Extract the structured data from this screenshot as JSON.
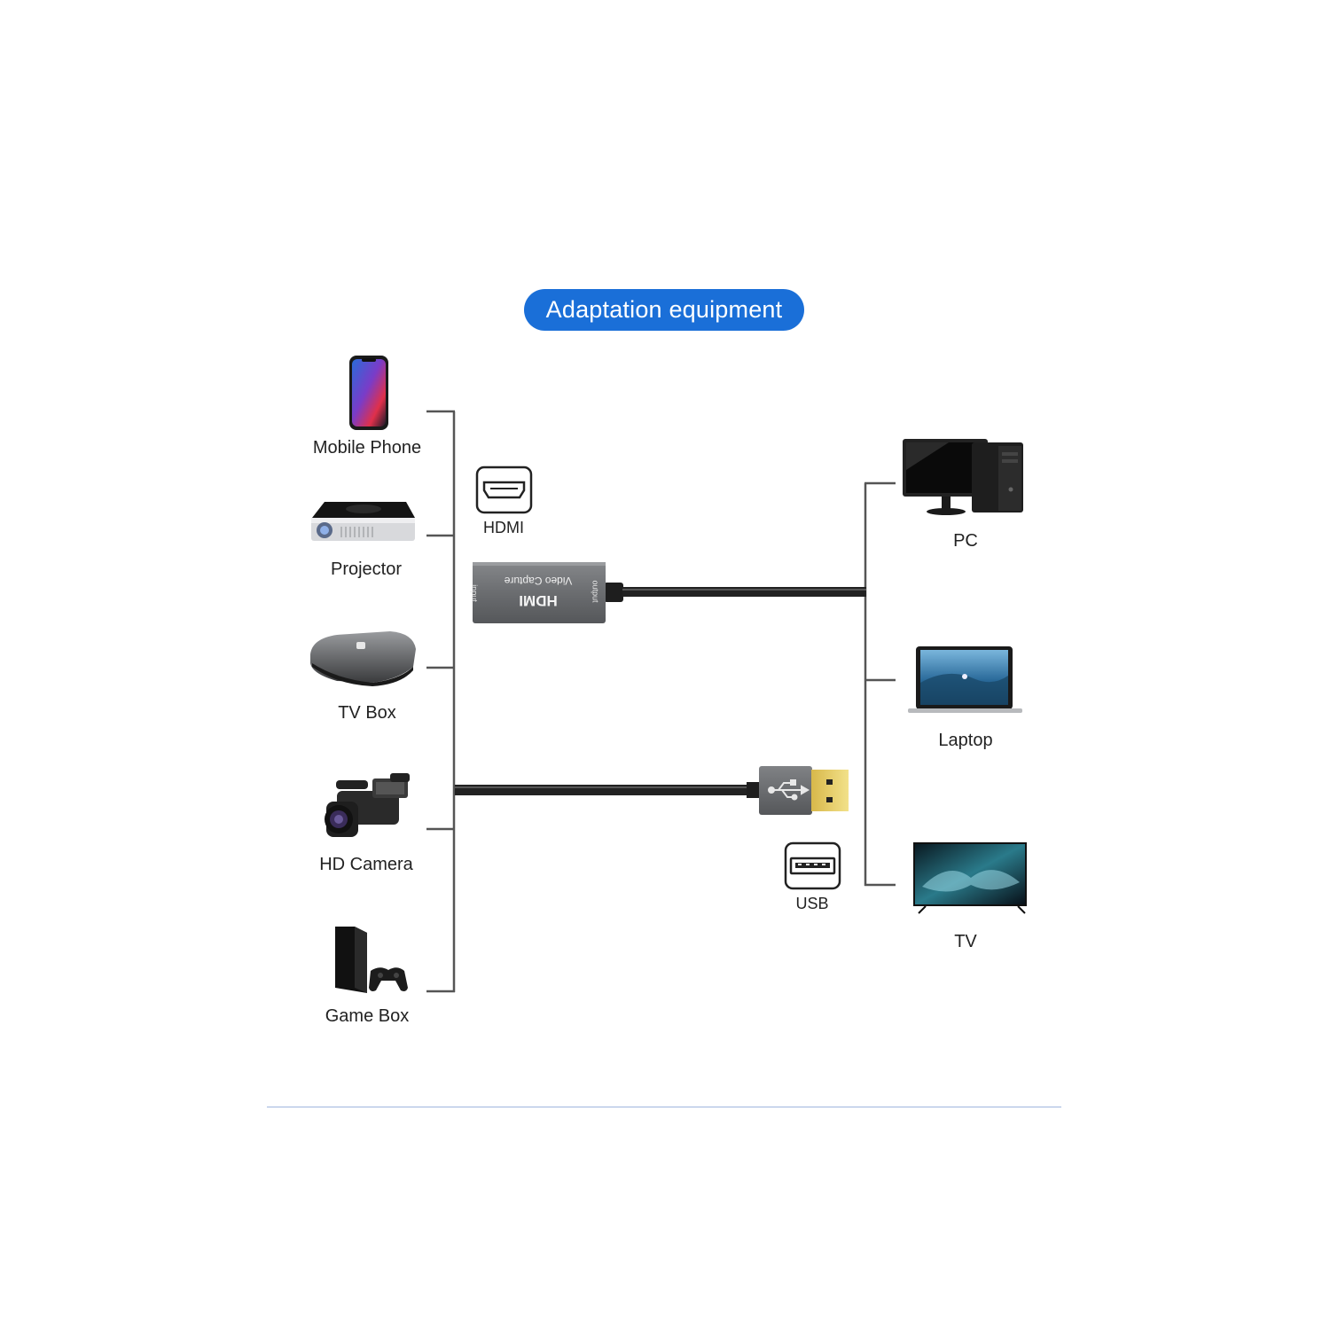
{
  "title": "Adaptation equipment",
  "sources": [
    {
      "label": "Mobile Phone",
      "icon": "mobile-phone-icon"
    },
    {
      "label": "Projector",
      "icon": "projector-icon"
    },
    {
      "label": "TV Box",
      "icon": "tv-box-icon"
    },
    {
      "label": "HD Camera",
      "icon": "hd-camera-icon"
    },
    {
      "label": "Game Box",
      "icon": "game-console-icon"
    }
  ],
  "outputs": [
    {
      "label": "PC",
      "icon": "desktop-pc-icon"
    },
    {
      "label": "Laptop",
      "icon": "laptop-icon"
    },
    {
      "label": "TV",
      "icon": "tv-icon"
    }
  ],
  "ports": {
    "hdmi": {
      "label": "HDMI",
      "icon": "hdmi-port-icon"
    },
    "usb": {
      "label": "USB",
      "icon": "usb-port-icon"
    }
  },
  "device": {
    "brand_text": "HDMI",
    "model_text": "Video Capture",
    "input_text": "input",
    "output_text": "output"
  },
  "colors": {
    "accent": "#1a6fd8",
    "line": "#555555",
    "cable": "#222222",
    "device_body": "#6b6d70",
    "usb_gold": "#e8d26a"
  }
}
